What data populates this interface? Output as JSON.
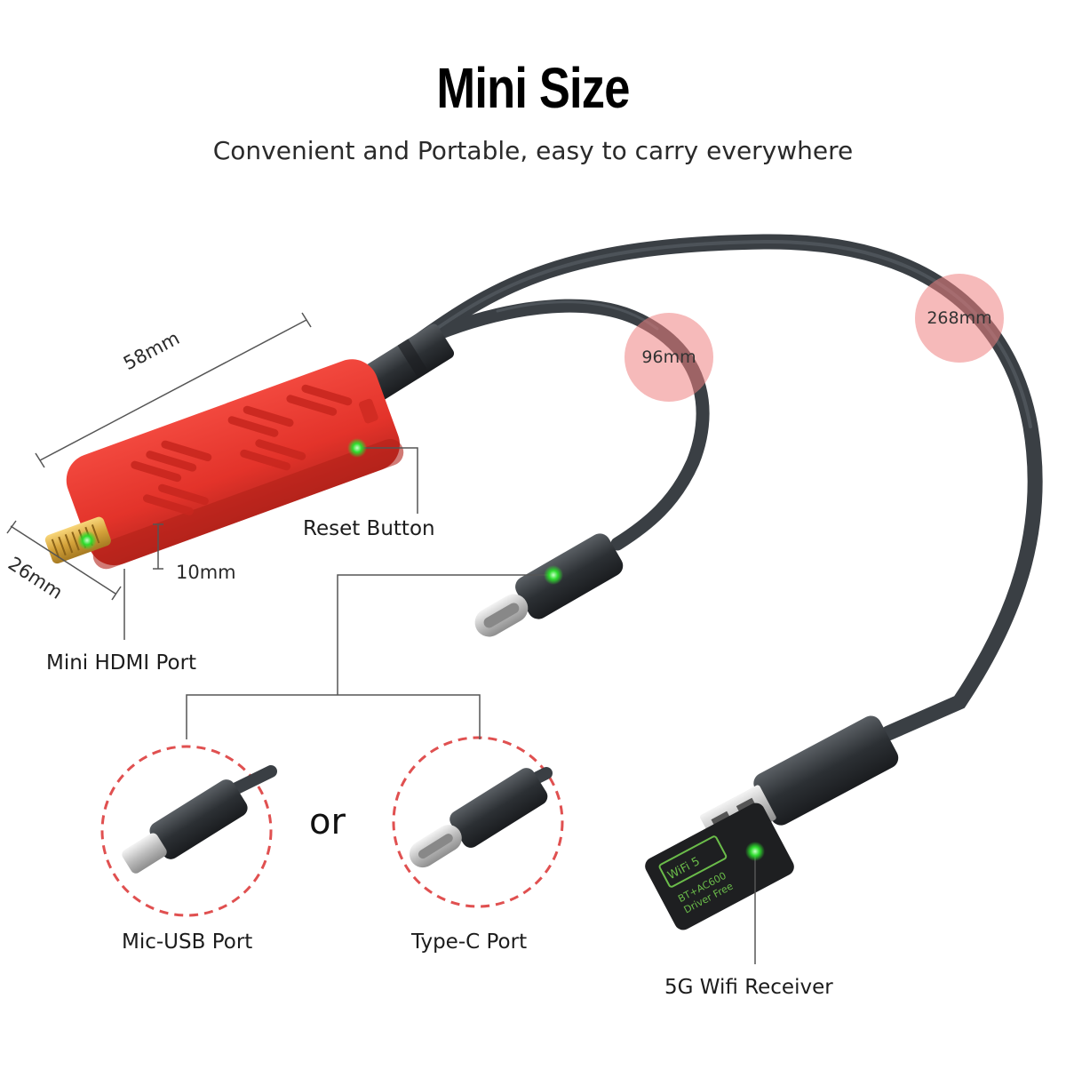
{
  "header": {
    "title": "Mini Size",
    "subtitle": "Convenient and Portable, easy to carry everywhere"
  },
  "dimensions": {
    "length": "58mm",
    "width": "26mm",
    "thickness": "10mm",
    "short_cable": "96mm",
    "long_cable": "268mm"
  },
  "labels": {
    "reset_button": "Reset Button",
    "mini_hdmi_port": "Mini HDMI Port",
    "mic_usb_port": "Mic-USB Port",
    "type_c_port": "Type-C Port",
    "or": "or",
    "wifi_receiver": "5G Wifi Receiver"
  },
  "dongle_print": {
    "wifi_logo": "WiFi 5",
    "line1": "BT+AC600",
    "line2": "Driver Free"
  },
  "colors": {
    "dongle_red": "#e8352c",
    "cable": "#3a3f44",
    "indicator_green": "#2ddc2d",
    "badge_pink": "#ee8282",
    "dashed_circle": "#e05050"
  }
}
